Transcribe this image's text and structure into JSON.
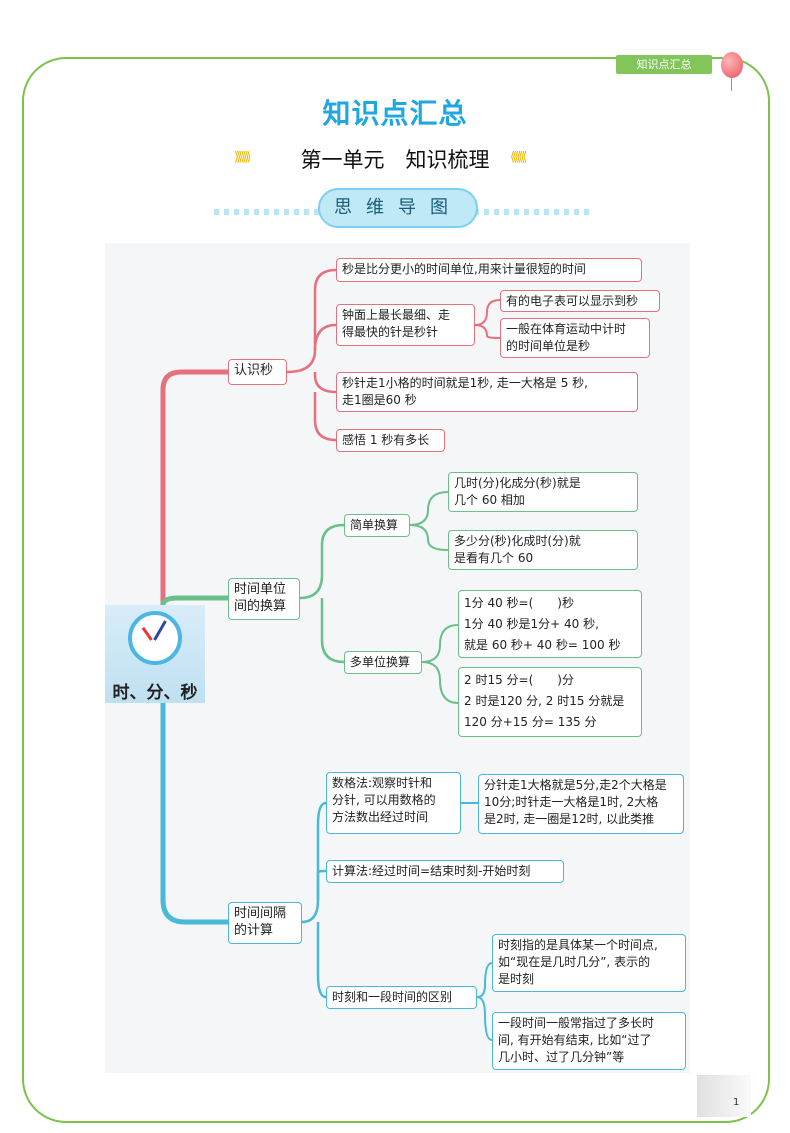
{
  "header_tag": "知识点汇总",
  "main_title": "知识点汇总",
  "unit_title": "第一单元　知识梳理",
  "ribbon_label": "思维导图",
  "center": "时、分、秒",
  "colors": {
    "red": "#e6707e",
    "green": "#6bbf8a",
    "blue": "#4ab8d8",
    "title": "#1ea7e1"
  },
  "branches": {
    "b1": {
      "label": "认识秒",
      "n1": "秒是比分更小的时间单位,用来计量很短的时间",
      "n2": "钟面上最长最细、走\n得最快的针是秒针",
      "n2a": "有的电子表可以显示到秒",
      "n2b": "一般在体育运动中计时\n的时间单位是秒",
      "n3": "秒针走1小格的时间就是1秒, 走一大格是 5 秒,\n走1圈是60 秒",
      "n4": "感悟 1 秒有多长"
    },
    "b2": {
      "label": "时间单位\n间的换算",
      "simple": "简单换算",
      "simple_a": "几时(分)化成分(秒)就是\n几个 60 相加",
      "simple_b": "多少分(秒)化成时(分)就\n是看有几个 60",
      "multi": "多单位换算",
      "multi_a": "1分 40 秒=(　　)秒\n1分 40 秒是1分+ 40 秒,\n就是 60 秒+ 40 秒= 100 秒",
      "multi_b": "2 时15 分=(　　)分\n2 时是120 分, 2 时15 分就是\n120 分+15 分= 135 分"
    },
    "b3": {
      "label": "时间间隔\n的计算",
      "count": "数格法:观察时针和\n分针, 可以用数格的\n方法数出经过时间",
      "count_a": "分针走1大格就是5分,走2个大格是\n10分;时针走一大格是1时, 2大格\n是2时, 走一圈是12时, 以此类推",
      "calc": "计算法:经过时间=结束时刻-开始时刻",
      "diff": "时刻和一段时间的区别",
      "diff_a": "时刻指的是具体某一个时间点,\n如“现在是几时几分”, 表示的\n是时刻",
      "diff_b": "一段时间一般常指过了多长时\n间, 有开始有结束, 比如“过了\n几小时、过了几分钟”等"
    }
  },
  "page_number": "1"
}
